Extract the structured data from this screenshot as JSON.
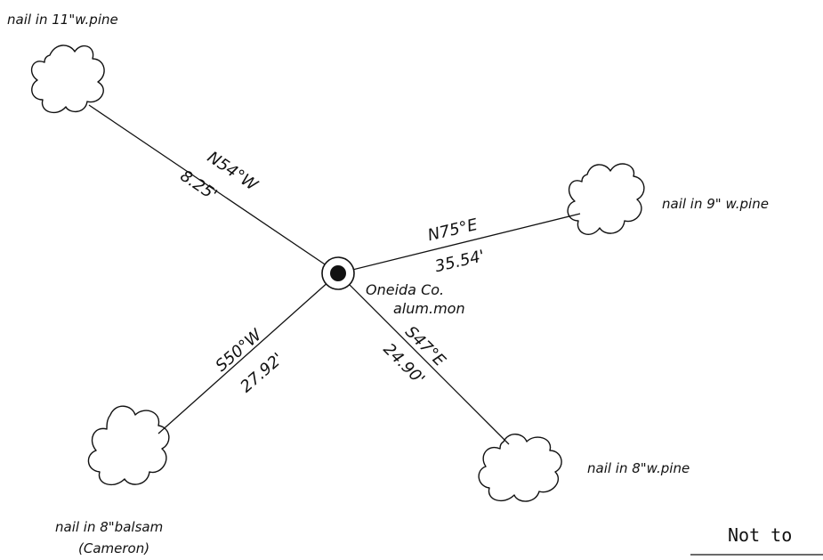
{
  "monument": {
    "label_line1": "Oneida Co.",
    "label_line2": "alum.mon"
  },
  "ties": [
    {
      "id": "nw",
      "bearing": "N54°W",
      "distance": "8.25'",
      "tree_label": "nail in 11\"w.pine"
    },
    {
      "id": "ne",
      "bearing": "N75°E",
      "distance": "35.54'",
      "tree_label": "nail in 9\" w.pine"
    },
    {
      "id": "se",
      "bearing": "S47°E",
      "distance": "24.90'",
      "tree_label": "nail in 8\"w.pine"
    },
    {
      "id": "sw",
      "bearing": "S50°W",
      "distance": "27.92'",
      "tree_label": "nail in 8\"balsam",
      "tree_label_2": "(Cameron)"
    }
  ],
  "scale_note": "Not to"
}
